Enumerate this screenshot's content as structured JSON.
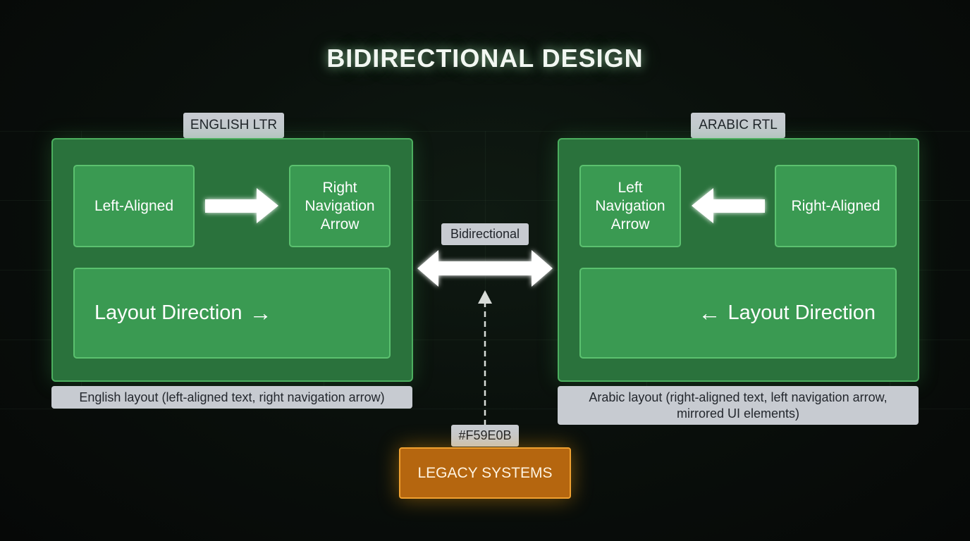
{
  "title": "BIDIRECTIONAL DESIGN",
  "ltr": {
    "tag": "ENGLISH LTR",
    "box_left": "Left-Aligned",
    "box_right_lines": [
      "Right",
      "Navigation",
      "Arrow"
    ],
    "layout_label": "Layout Direction",
    "layout_arrow": "→",
    "caption": "English layout (left-aligned text, right navigation arrow)"
  },
  "rtl": {
    "tag": "ARABIC RTL",
    "box_left_lines": [
      "Left",
      "Navigation",
      "Arrow"
    ],
    "box_right": "Right-Aligned",
    "layout_label": "Layout Direction",
    "layout_arrow": "←",
    "caption_lines": [
      "Arabic layout (right-aligned text, left navigation arrow,",
      "mirrored UI elements)"
    ]
  },
  "center": {
    "label": "Bidirectional"
  },
  "legacy": {
    "color_tag": "#F59E0B",
    "label": "LEGACY SYSTEMS"
  },
  "colors": {
    "panel": "#2a723c",
    "box": "#3a9a52",
    "legacy": "#F59E0B"
  }
}
